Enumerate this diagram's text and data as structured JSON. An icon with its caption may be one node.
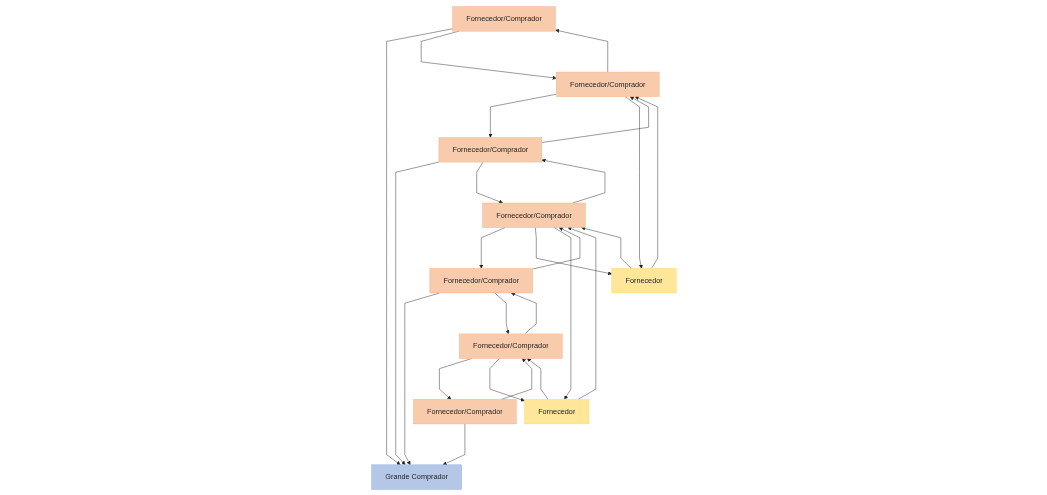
{
  "diagram": {
    "nodes": [
      {
        "text": [
          "Grande Comprador"
        ]
      },
      {
        "text": [
          "Fornecedor/Comprador"
        ]
      },
      {
        "text": [
          "Fornecedor/Comprador"
        ]
      },
      {
        "text": [
          "Fornecedor/Comprador"
        ]
      },
      {
        "text": [
          "Fornecedor/Comprador"
        ]
      },
      {
        "text": [
          "Fornecedor/Comprador"
        ]
      },
      {
        "text": [
          "Fornecedor/Comprador"
        ]
      },
      {
        "text": [
          "Fornecedor/Comprador"
        ]
      },
      {
        "text": [
          "Fornecedor"
        ]
      },
      {
        "text": [
          "Fornecedor"
        ]
      }
    ],
    "edges": [
      {
        "from": 1,
        "to": 0,
        "arrow": "to"
      },
      {
        "from": 2,
        "to": 0,
        "arrow": "to"
      },
      {
        "from": 3,
        "to": 0,
        "arrow": "to"
      },
      {
        "from": 4,
        "to": 0,
        "arrow": "to"
      },
      {
        "from": 1,
        "to": 5,
        "arrow": "to"
      },
      {
        "from": 5,
        "to": 1,
        "arrow": "to"
      },
      {
        "from": 5,
        "to": 2,
        "arrow": "to"
      },
      {
        "from": 2,
        "to": 5,
        "arrow": "to"
      },
      {
        "from": 6,
        "to": 2,
        "arrow": "to"
      },
      {
        "from": 2,
        "to": 6,
        "arrow": "to"
      },
      {
        "from": 3,
        "to": 6,
        "arrow": "to"
      },
      {
        "from": 6,
        "to": 3,
        "arrow": "to"
      },
      {
        "from": 7,
        "to": 3,
        "arrow": "to"
      },
      {
        "from": 3,
        "to": 7,
        "arrow": "to"
      },
      {
        "from": 4,
        "to": 7,
        "arrow": "to"
      },
      {
        "from": 7,
        "to": 4,
        "arrow": "to"
      },
      {
        "from": 8,
        "to": 5,
        "arrow": "to"
      },
      {
        "from": 5,
        "to": 8,
        "arrow": "to"
      },
      {
        "from": 8,
        "to": 6,
        "arrow": "to"
      },
      {
        "from": 6,
        "to": 8,
        "arrow": "to"
      },
      {
        "from": 6,
        "to": 9,
        "arrow": "to"
      },
      {
        "from": 9,
        "to": 6,
        "arrow": "to"
      },
      {
        "from": 9,
        "to": 7,
        "arrow": "to"
      },
      {
        "from": 7,
        "to": 9,
        "arrow": "to"
      }
    ]
  }
}
